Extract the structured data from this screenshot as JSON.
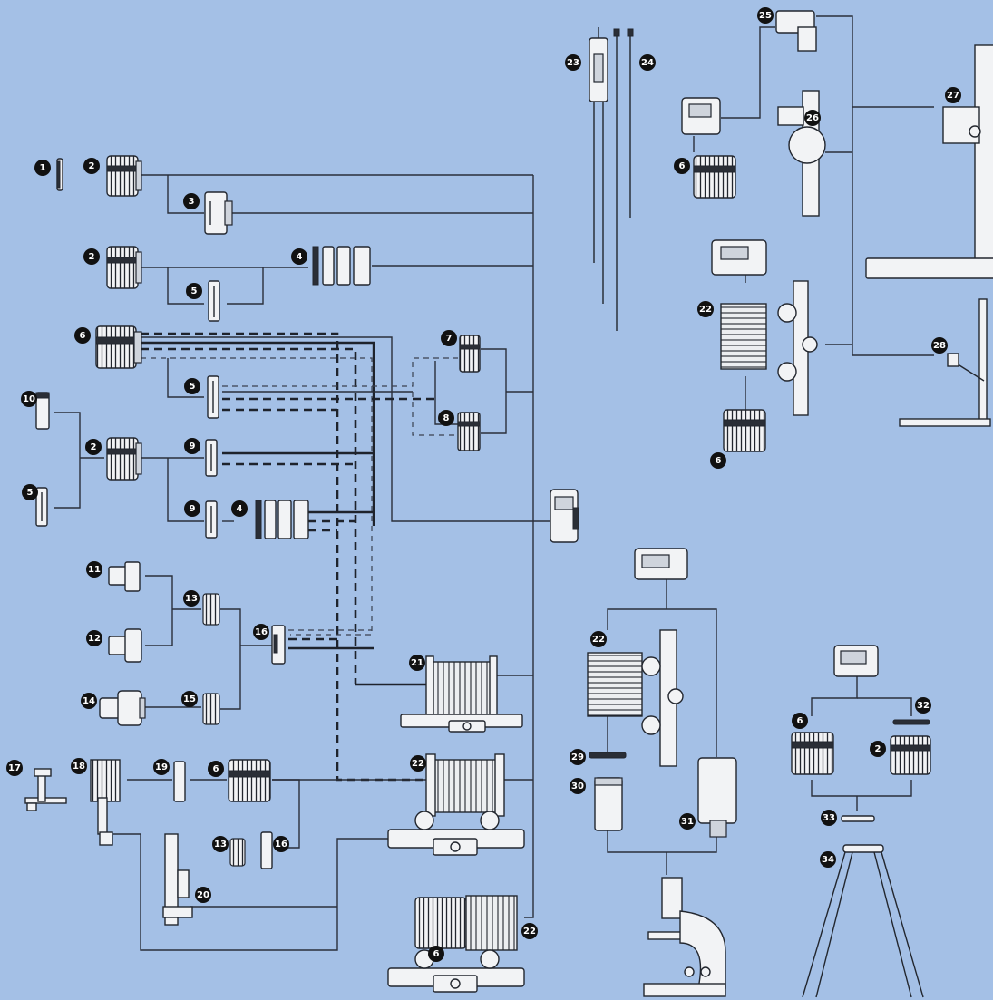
{
  "callouts": [
    {
      "label": "1"
    },
    {
      "label": "2"
    },
    {
      "label": "3"
    },
    {
      "label": "2"
    },
    {
      "label": "4"
    },
    {
      "label": "5"
    },
    {
      "label": "6"
    },
    {
      "label": "5"
    },
    {
      "label": "7"
    },
    {
      "label": "8"
    },
    {
      "label": "10"
    },
    {
      "label": "2"
    },
    {
      "label": "5"
    },
    {
      "label": "9"
    },
    {
      "label": "9"
    },
    {
      "label": "4"
    },
    {
      "label": "11"
    },
    {
      "label": "12"
    },
    {
      "label": "13"
    },
    {
      "label": "16"
    },
    {
      "label": "14"
    },
    {
      "label": "15"
    },
    {
      "label": "21"
    },
    {
      "label": "17"
    },
    {
      "label": "18"
    },
    {
      "label": "19"
    },
    {
      "label": "6"
    },
    {
      "label": "22"
    },
    {
      "label": "13"
    },
    {
      "label": "16"
    },
    {
      "label": "20"
    },
    {
      "label": "6"
    },
    {
      "label": "22"
    },
    {
      "label": "23"
    },
    {
      "label": "24"
    },
    {
      "label": "25"
    },
    {
      "label": "26"
    },
    {
      "label": "27"
    },
    {
      "label": "6"
    },
    {
      "label": "22"
    },
    {
      "label": "28"
    },
    {
      "label": "6"
    },
    {
      "label": "22"
    },
    {
      "label": "29"
    },
    {
      "label": "30"
    },
    {
      "label": "31"
    },
    {
      "label": "6"
    },
    {
      "label": "32"
    },
    {
      "label": "2"
    },
    {
      "label": "33"
    },
    {
      "label": "34"
    }
  ]
}
